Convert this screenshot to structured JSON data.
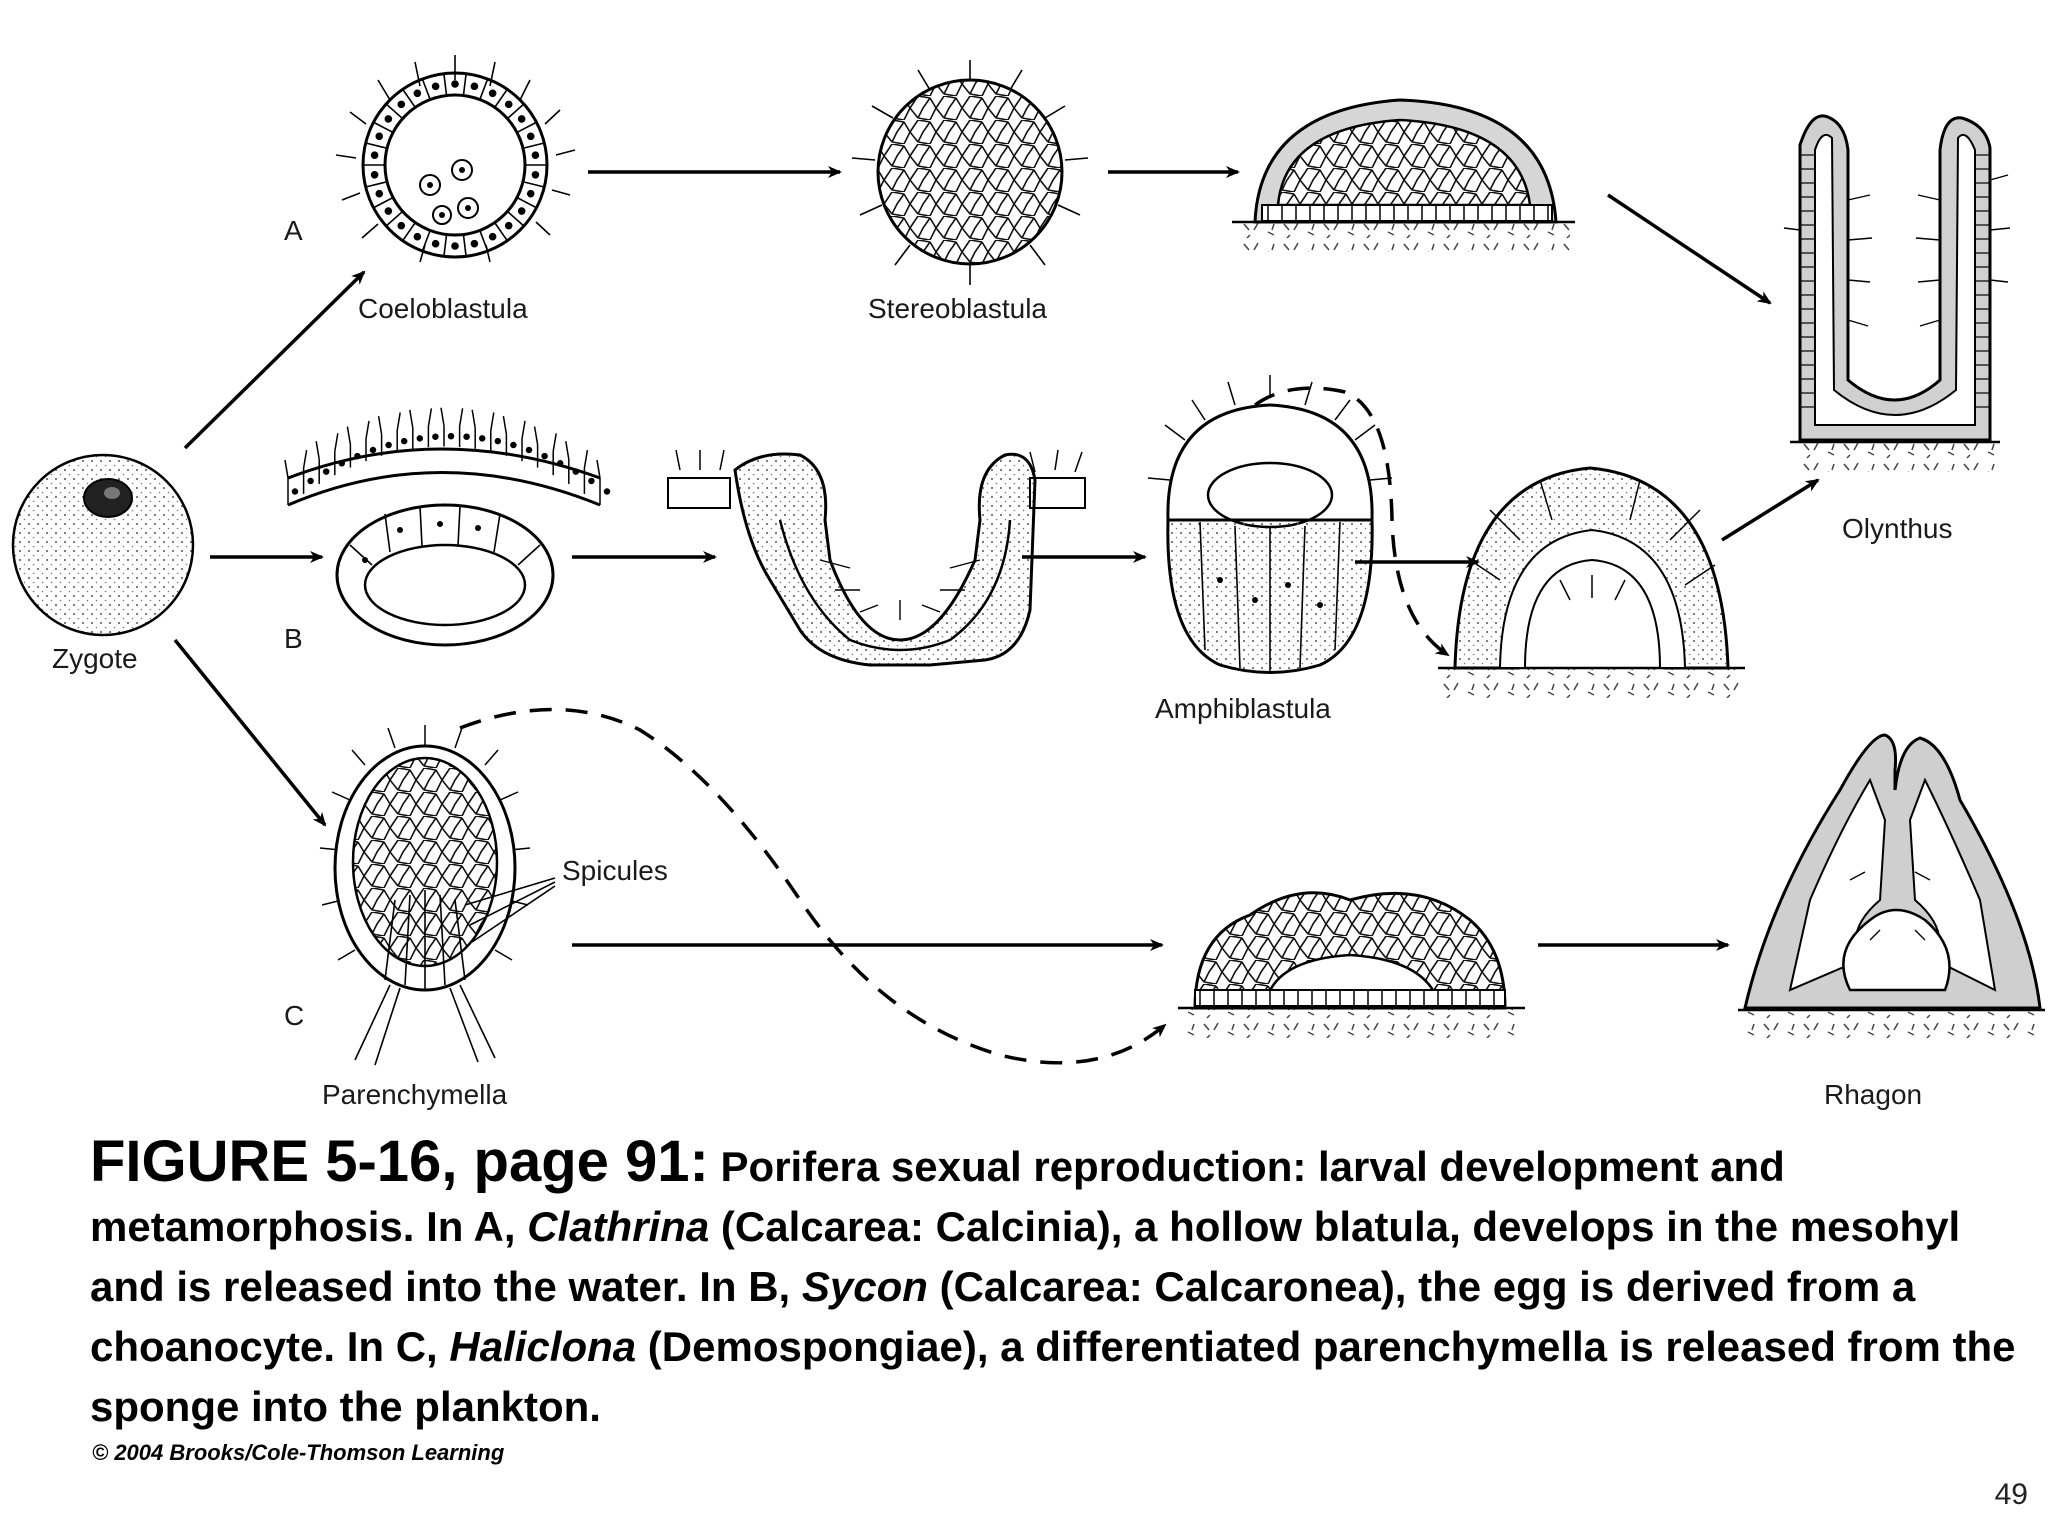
{
  "labels": {
    "row_a": "A",
    "row_b": "B",
    "row_c": "C",
    "zygote": "Zygote",
    "coeloblastula": "Coeloblastula",
    "stereoblastula": "Stereoblastula",
    "olynthus": "Olynthus",
    "amphiblastula": "Amphiblastula",
    "spicules": "Spicules",
    "parenchymella": "Parenchymella",
    "rhagon": "Rhagon"
  },
  "caption": {
    "figure": "FIGURE 5-16, page 91:",
    "part1": " Porifera sexual reproduction:  larval development and metamorphosis.  In A, ",
    "genus_a": "Clathrina",
    "part2": " (Calcarea: Calcinia), a hollow blatula, develops in the mesohyl and is released into the water.  In B, ",
    "genus_b": "Sycon",
    "part3": " (Calcarea: Calcaronea), the egg is derived from a choanocyte.  In C, ",
    "genus_c": "Haliclona",
    "part4": " (Demospongiae), a differentiated parenchymella is released from the sponge into the plankton."
  },
  "copyright": "© 2004 Brooks/Cole-Thomson Learning",
  "page_number": "49"
}
